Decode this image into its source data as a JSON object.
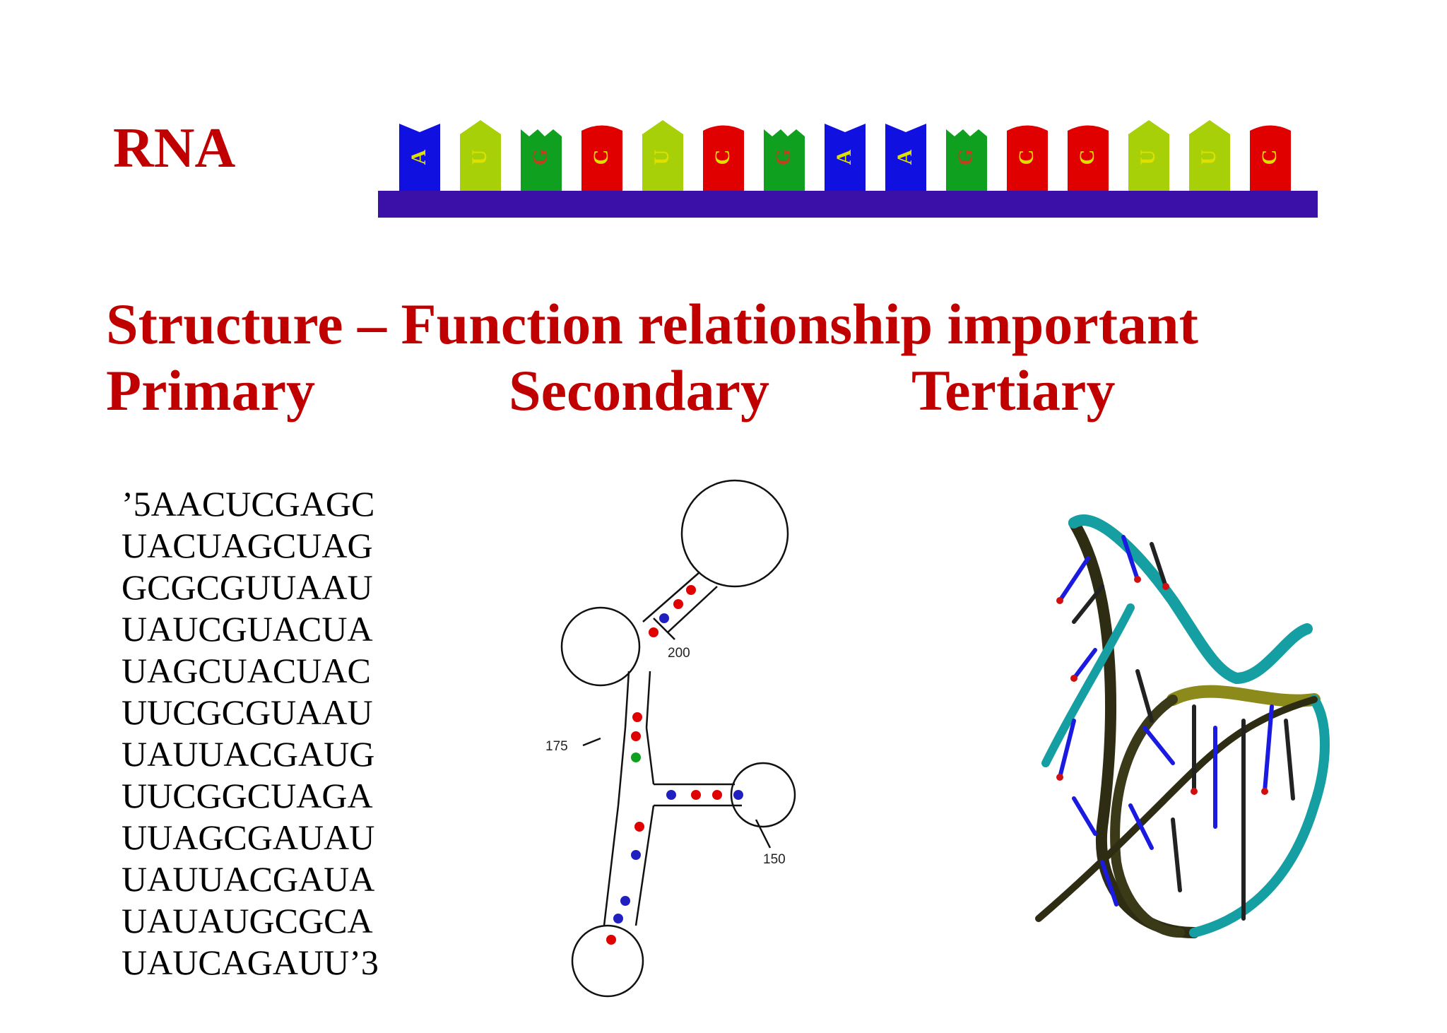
{
  "title": "RNA",
  "strand": {
    "bases": [
      "A",
      "U",
      "G",
      "C",
      "U",
      "C",
      "G",
      "A",
      "A",
      "G",
      "C",
      "C",
      "U",
      "U",
      "C"
    ],
    "colors": {
      "A": "#1010e0",
      "U": "#a8d008",
      "G": "#10a020",
      "C": "#e00000"
    },
    "backbone_color": "#3a10a8"
  },
  "heading": "Structure – Function relationship important",
  "levels": {
    "primary": "Primary",
    "secondary": "Secondary",
    "tertiary": "Tertiary"
  },
  "sequence": [
    "’5AACUCGAGC",
    "UACUAGCUAG",
    "GCGCGUUAAU",
    "UAUCGUACUA",
    "UAGCUACUAC",
    "UUCGCGUAAU",
    "UAUUACGAUG",
    "UUCGGCUAGA",
    "UUAGCGAUAU",
    "UAUUACGAUA",
    "UAUAUGCGCA",
    "UAUCAGAUU’3"
  ],
  "secondary_structure": {
    "number_labels": [
      "200",
      "175",
      "150"
    ]
  }
}
